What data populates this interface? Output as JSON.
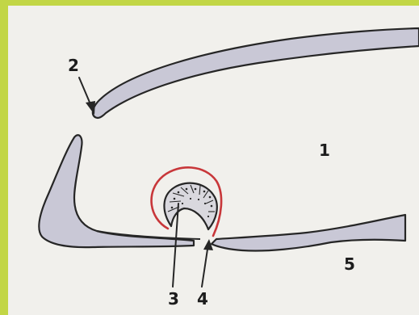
{
  "colors": {
    "frame": "#c2d646",
    "paper": "#f1f0ec",
    "tissue_fill": "#c9c8d6",
    "outline": "#262626",
    "membrane": "#c8373a",
    "cell_fill": "#d9d8de"
  },
  "labels": {
    "l1": "1",
    "l2": "2",
    "l3": "3",
    "l4": "4",
    "l5": "5"
  }
}
